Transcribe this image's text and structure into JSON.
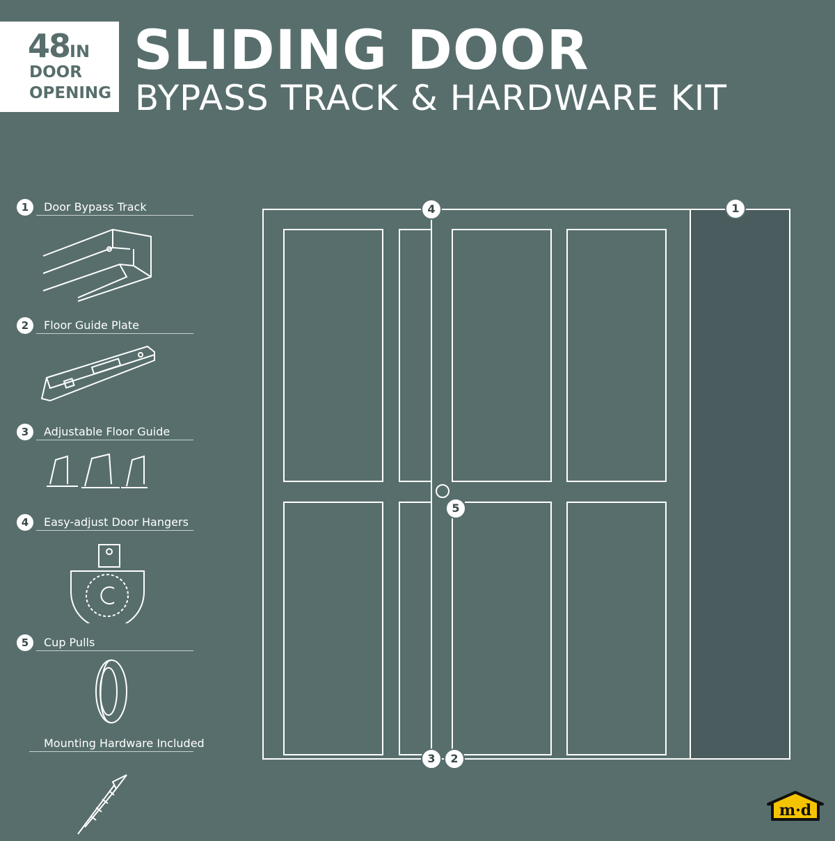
{
  "badge": {
    "size": "48",
    "unit": "IN",
    "line2": "DOOR",
    "line3": "OPENING"
  },
  "title": "SLIDING DOOR",
  "subtitle": "BYPASS TRACK & HARDWARE KIT",
  "items": [
    {
      "num": "1",
      "label": "Door Bypass Track",
      "icon": "track-icon"
    },
    {
      "num": "2",
      "label": "Floor Guide Plate",
      "icon": "guide-plate-icon"
    },
    {
      "num": "3",
      "label": "Adjustable Floor Guide",
      "icon": "floor-guide-icon"
    },
    {
      "num": "4",
      "label": "Easy-adjust Door Hangers",
      "icon": "hanger-icon"
    },
    {
      "num": "5",
      "label": "Cup Pulls",
      "icon": "cup-pull-icon"
    },
    {
      "num": "",
      "label": "Mounting Hardware Included",
      "icon": "screw-icon"
    }
  ],
  "diagram": {
    "callouts": [
      "4",
      "1",
      "5",
      "3",
      "2"
    ]
  },
  "logo": {
    "text": "m-d"
  },
  "colors": {
    "background": "#576e6c",
    "panel": "#4a5c5e",
    "logo_yellow": "#f5c400"
  }
}
